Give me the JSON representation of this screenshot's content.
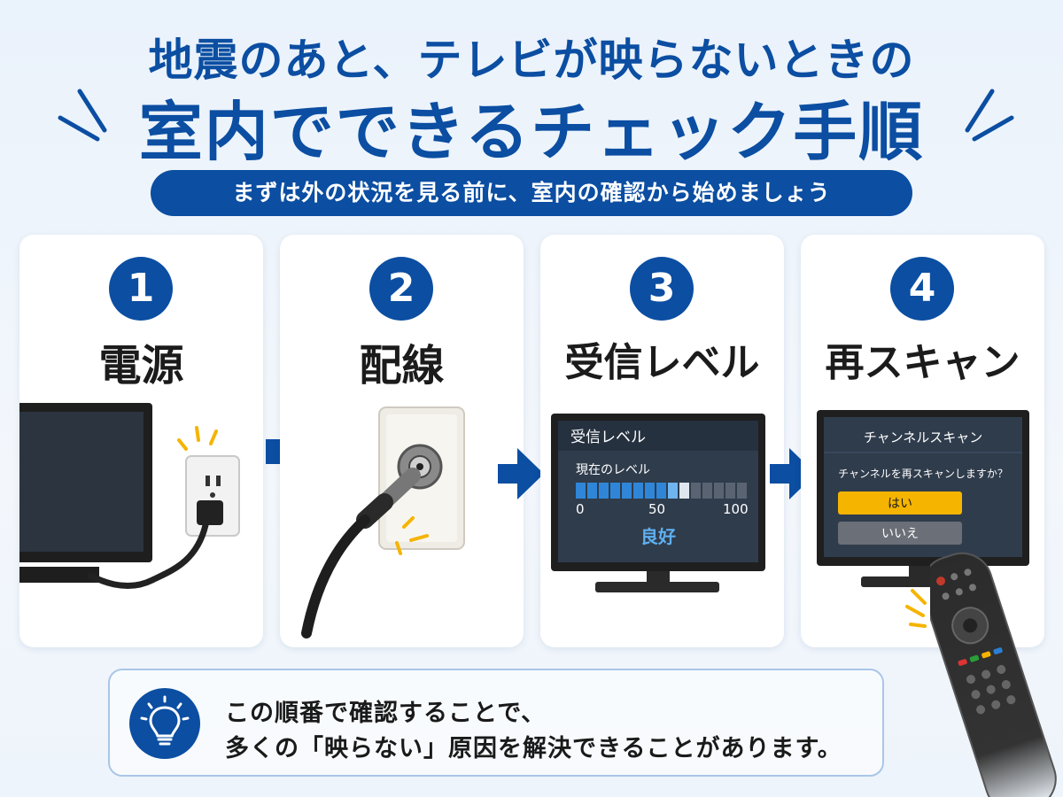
{
  "header": {
    "title_line1": "地震のあと、テレビが映らないときの",
    "title_line2": "室内でできるチェック手順",
    "subtitle": "まずは外の状況を見る前に、室内の確認から始めましょう"
  },
  "steps": [
    {
      "number": "1",
      "title": "電源"
    },
    {
      "number": "2",
      "title": "配線"
    },
    {
      "number": "3",
      "title": "受信レベル"
    },
    {
      "number": "4",
      "title": "再スキャン"
    }
  ],
  "signal_screen": {
    "title": "受信レベル",
    "label": "現在のレベル",
    "scale_min": "0",
    "scale_mid": "50",
    "scale_max": "100",
    "status": "良好",
    "level_percent": 60
  },
  "scan_screen": {
    "title": "チャンネルスキャン",
    "question": "チャンネルを再スキャンしますか？",
    "yes_label": "はい",
    "no_label": "いいえ"
  },
  "footer": {
    "line1": "この順番で確認することで、",
    "line2": "多くの「映らない」原因を解決できることがあります。"
  },
  "colors": {
    "primary": "#0b4ea2",
    "accent_yellow": "#f5b400",
    "screen_dark": "#2f3c4c"
  },
  "icons": [
    "lightbulb-icon",
    "arrow-right-icon",
    "power-outlet-icon",
    "coax-cable-icon",
    "remote-control-icon"
  ]
}
